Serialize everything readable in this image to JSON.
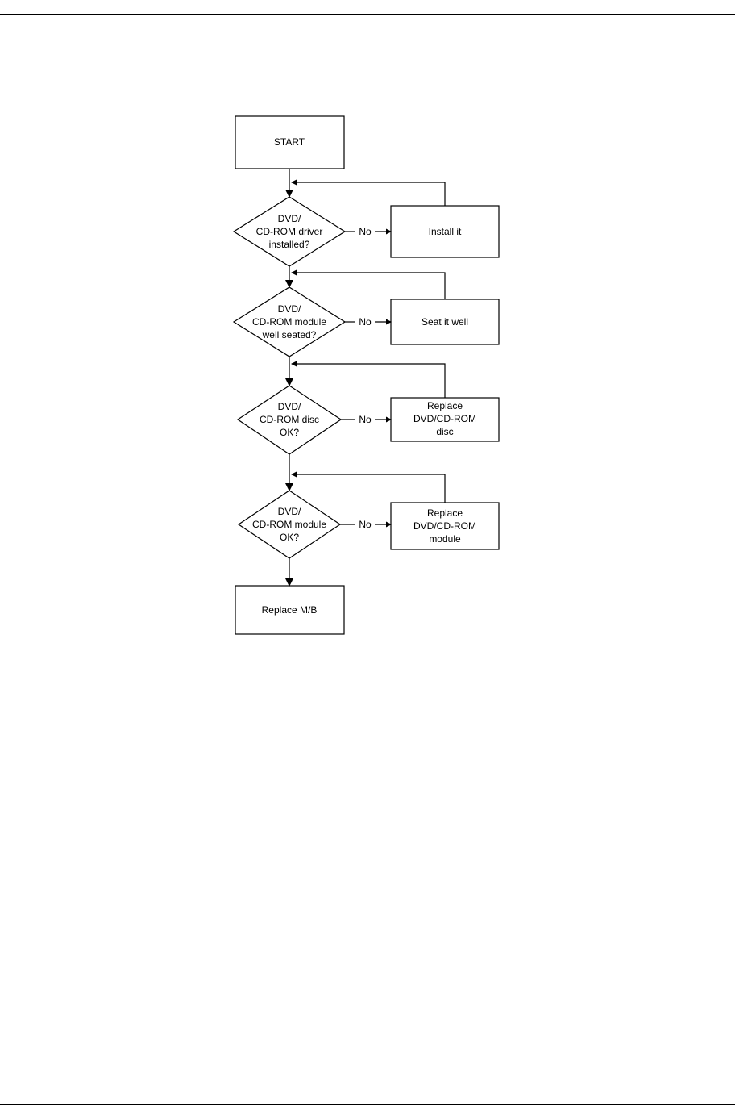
{
  "flowchart": {
    "start": "START",
    "decisions": [
      {
        "lines": [
          "DVD/",
          "CD-ROM driver",
          "installed?"
        ],
        "branch": "No",
        "action": [
          "Install it"
        ]
      },
      {
        "lines": [
          "DVD/",
          "CD-ROM module",
          "well seated?"
        ],
        "branch": "No",
        "action": [
          "Seat it well"
        ]
      },
      {
        "lines": [
          "DVD/",
          "CD-ROM disc",
          "OK?"
        ],
        "branch": "No",
        "action": [
          "Replace",
          "DVD/CD-ROM",
          "disc"
        ]
      },
      {
        "lines": [
          "DVD/",
          "CD-ROM module",
          "OK?"
        ],
        "branch": "No",
        "action": [
          "Replace",
          "DVD/CD-ROM",
          "module"
        ]
      }
    ],
    "end": "Replace M/B"
  }
}
